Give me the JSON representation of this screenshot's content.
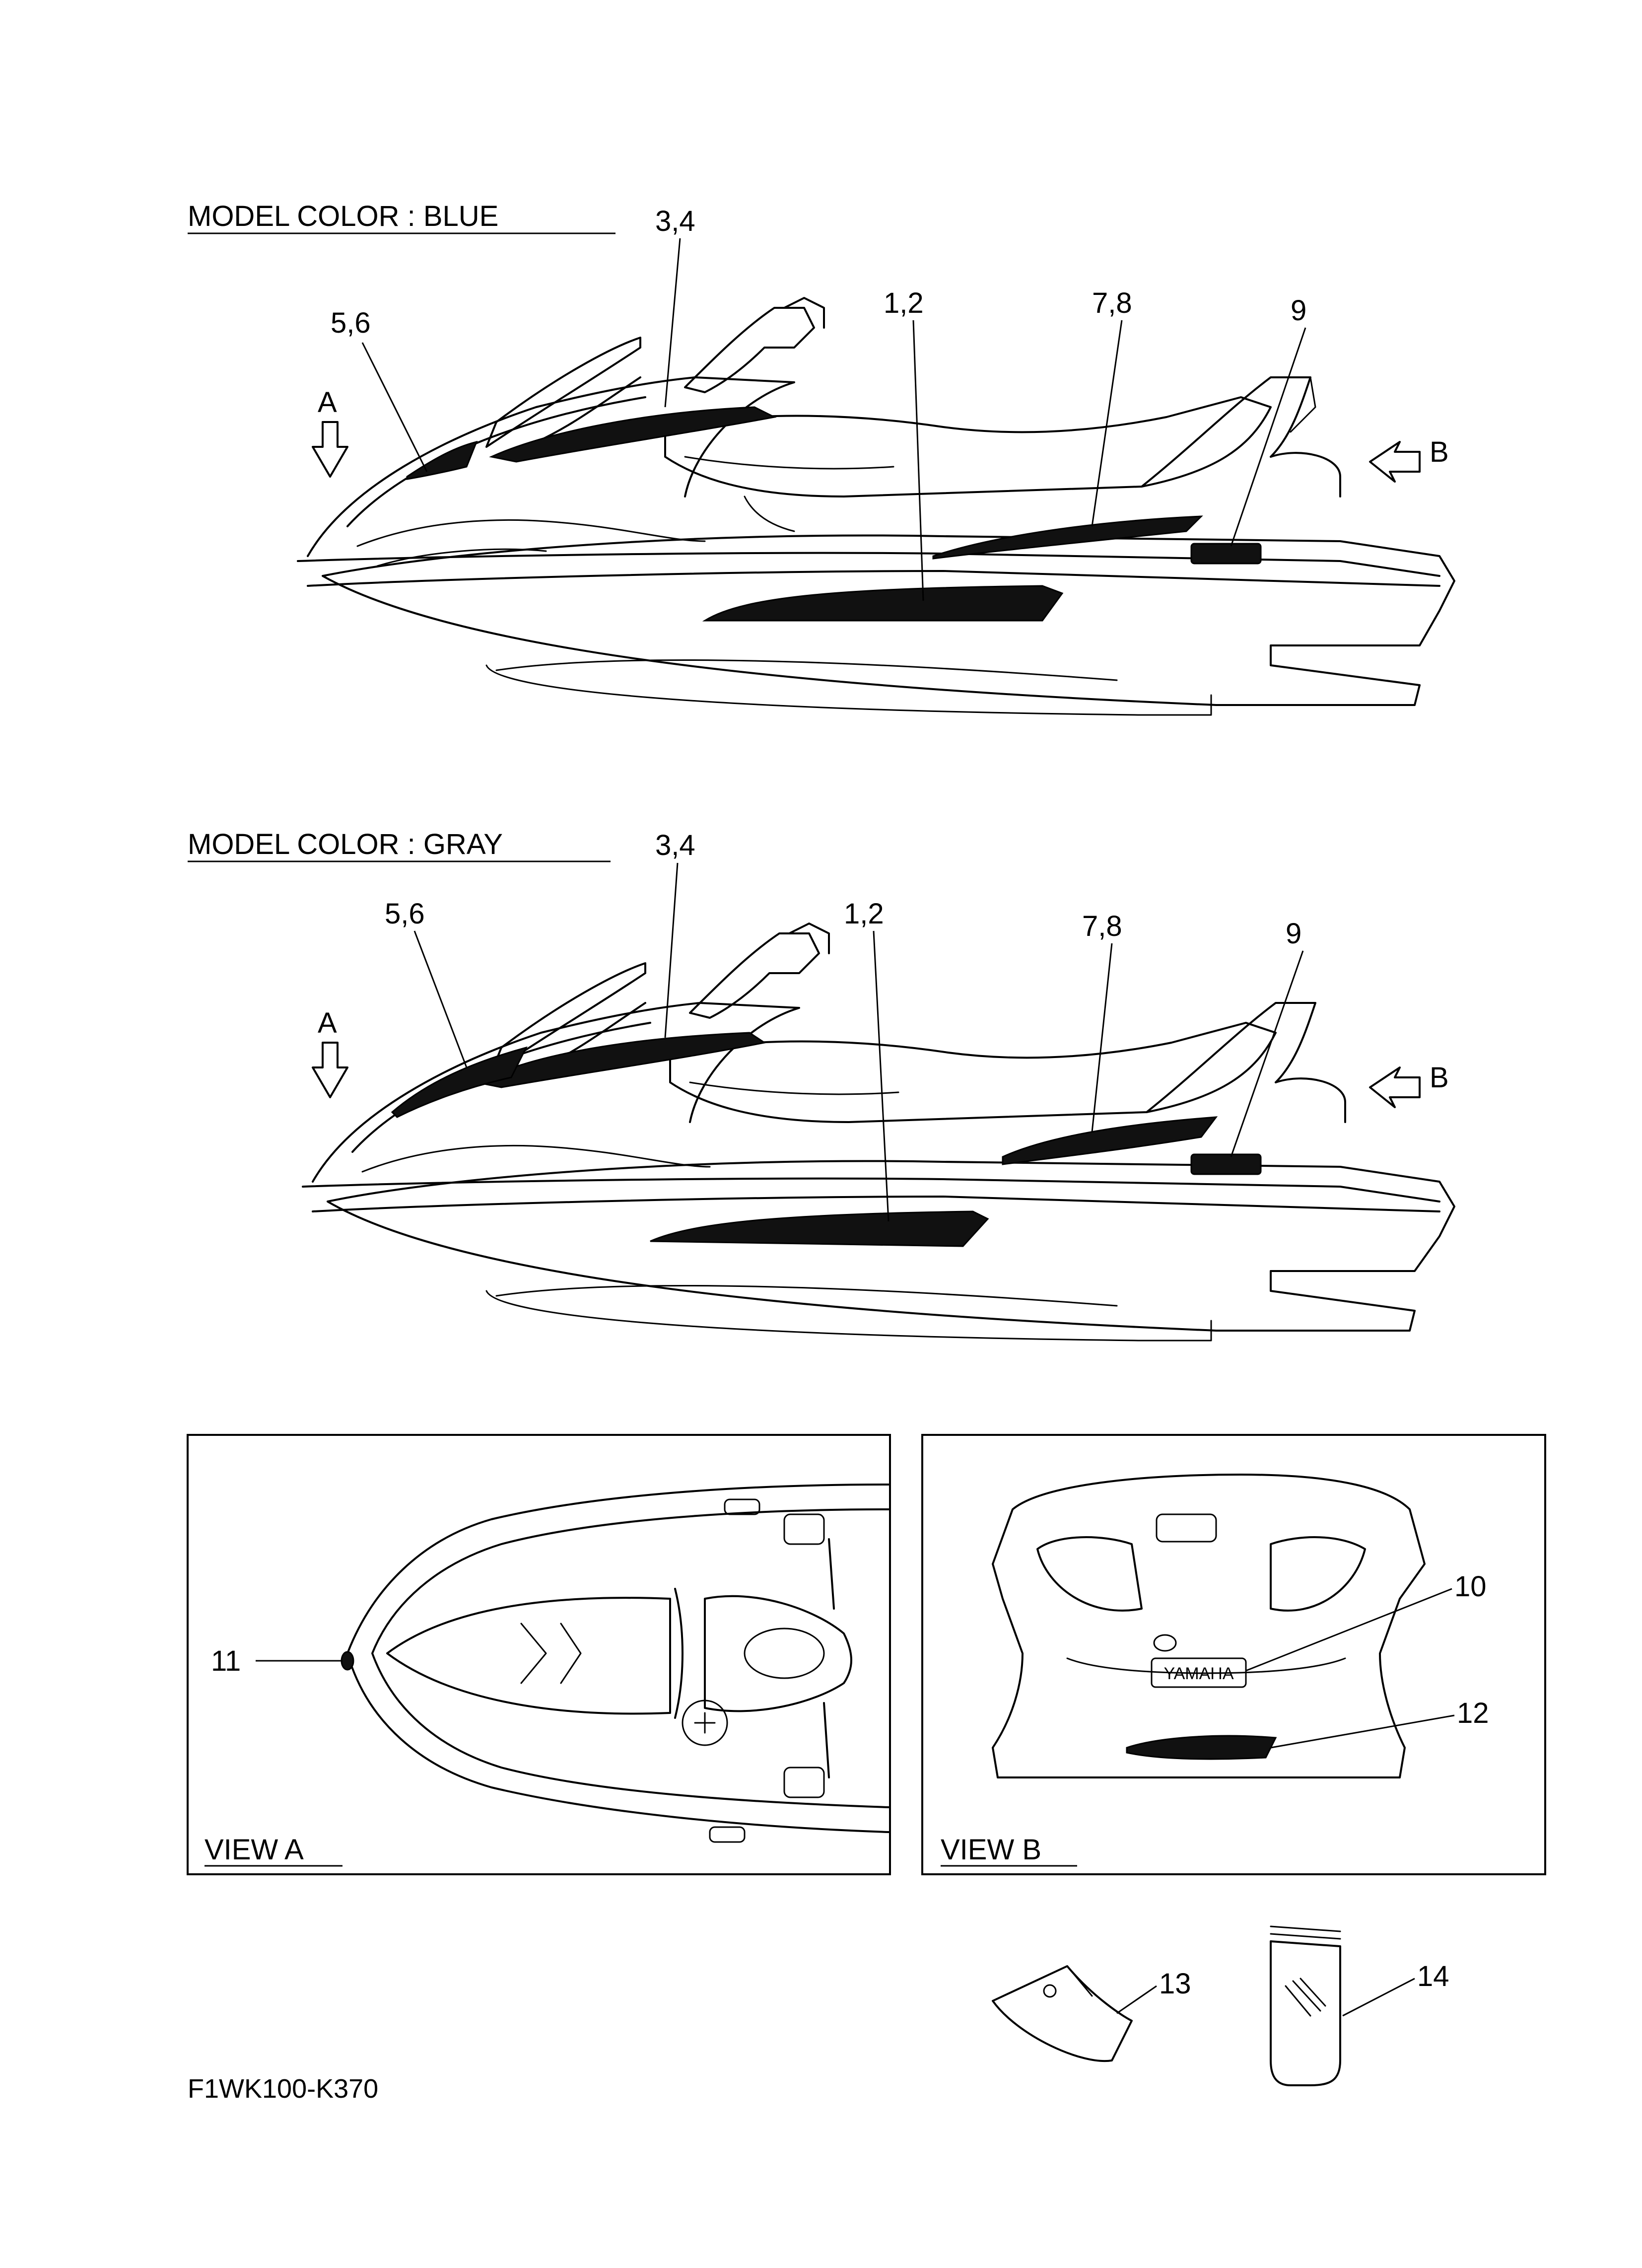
{
  "sections": {
    "blue": {
      "title": "MODEL COLOR : BLUE",
      "callouts": [
        "3,4",
        "5,6",
        "1,2",
        "7,8",
        "9"
      ],
      "view_a": "A",
      "view_b": "B"
    },
    "gray": {
      "title": "MODEL COLOR : GRAY",
      "callouts": [
        "3,4",
        "5,6",
        "1,2",
        "7,8",
        "9"
      ],
      "view_a": "A",
      "view_b": "B"
    }
  },
  "views": {
    "view_a": {
      "label": "VIEW A",
      "callouts": [
        "11"
      ]
    },
    "view_b": {
      "label": "VIEW B",
      "callouts": [
        "10",
        "12"
      ],
      "badge_text": "YAMAHA"
    }
  },
  "loose_parts": {
    "callouts": [
      "13",
      "14"
    ]
  },
  "footer": {
    "code": "F1WK100-K370"
  }
}
